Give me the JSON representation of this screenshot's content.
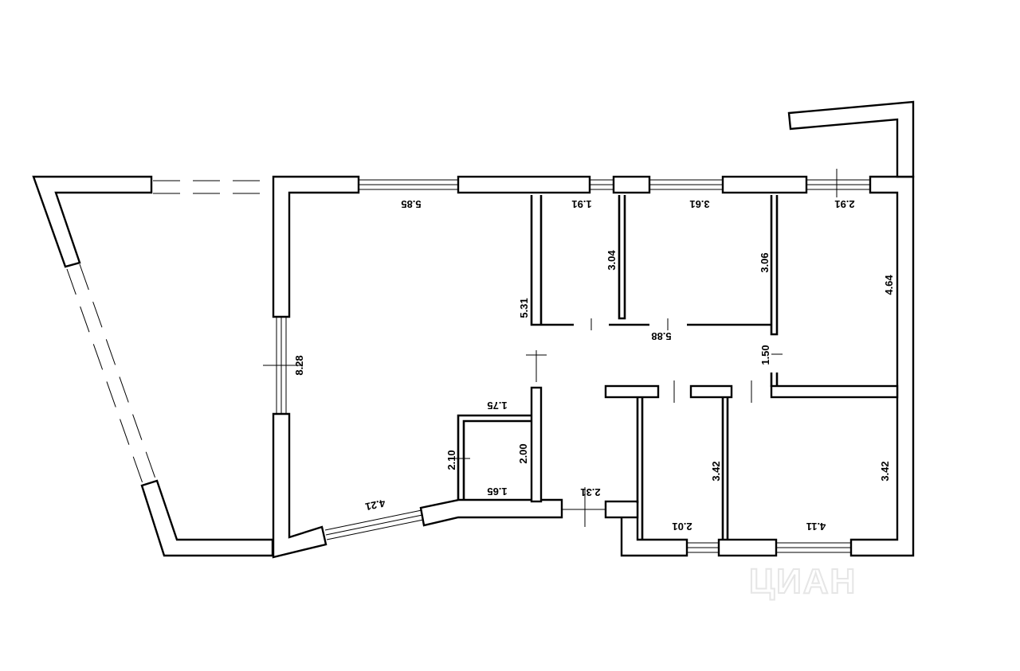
{
  "watermark": "ЦИАН",
  "dimensions": {
    "d585": "5.85",
    "d191": "1.91",
    "d361": "3.61",
    "d291": "2.91",
    "d304": "3.04",
    "d306": "3.06",
    "d464": "4.64",
    "d531": "5.31",
    "d588": "5.88",
    "d150": "1.50",
    "d828": "8.28",
    "d175": "1.75",
    "d200": "2.00",
    "d210": "2.10",
    "d165": "1.65",
    "d231": "2.31",
    "d342a": "3.42",
    "d342b": "3.42",
    "d421": "4.21",
    "d201": "2.01",
    "d411": "4.11"
  }
}
